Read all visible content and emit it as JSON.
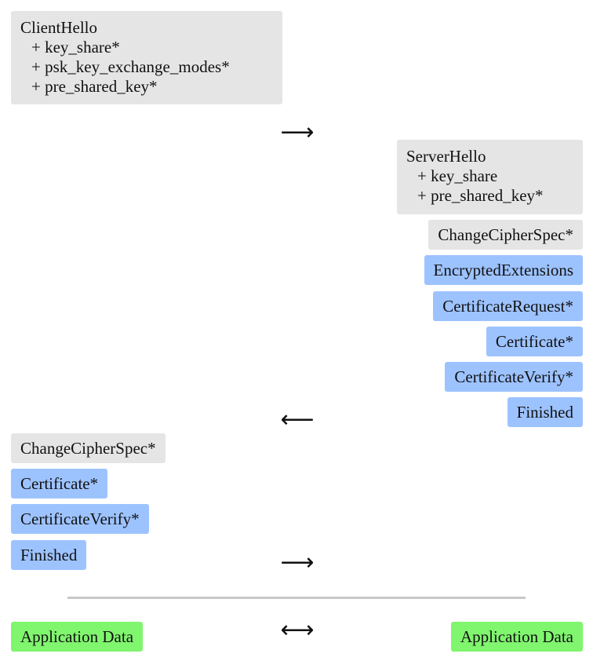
{
  "client_hello": {
    "title": "ClientHello",
    "extensions": [
      "+ key_share*",
      "+ psk_key_exchange_modes*",
      "+ pre_shared_key*"
    ]
  },
  "server_hello": {
    "title": "ServerHello",
    "extensions": [
      "+ key_share",
      "+ pre_shared_key*"
    ]
  },
  "server_messages": [
    "ChangeCipherSpec*",
    "EncryptedExtensions",
    "CertificateRequest*",
    "Certificate*",
    "CertificateVerify*",
    "Finished"
  ],
  "client_messages": [
    "ChangeCipherSpec*",
    "Certificate*",
    "CertificateVerify*",
    "Finished"
  ],
  "arrows": {
    "client_to_server_1": "⟶",
    "server_to_client": "⟵",
    "client_to_server_2": "⟶",
    "bidirectional": "⟷"
  },
  "application_data": {
    "client": "Application Data",
    "server": "Application Data"
  },
  "colors": {
    "unencrypted": "#e5e5e5",
    "encrypted": "#9dc3ff",
    "application": "#80f56e",
    "divider": "#c8c8c8"
  }
}
